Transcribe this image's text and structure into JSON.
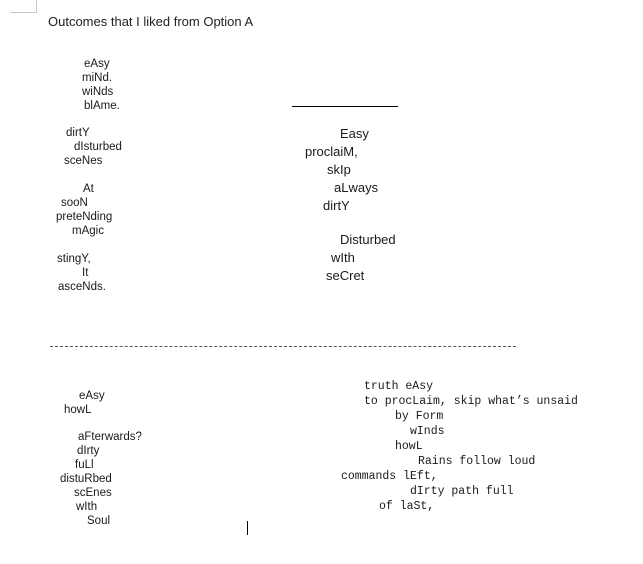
{
  "heading": "Outcomes that I liked from Option A",
  "group_a": [
    "eAsy",
    "miNd.",
    "wiNds",
    "blAme."
  ],
  "group_b": [
    "dirtY",
    "dIsturbed",
    "sceNes"
  ],
  "group_c": [
    "At",
    "sooN",
    "preteNding",
    "mAgic"
  ],
  "group_d": [
    "stingY,",
    "It",
    "asceNds."
  ],
  "right_top": [
    "Easy",
    "proclaiM,",
    "skIp",
    "aLways",
    "dirtY"
  ],
  "right_mid": [
    "Disturbed",
    "wIth",
    "seCret"
  ],
  "bottom_left_1": [
    "eAsy",
    "howL"
  ],
  "bottom_left_2": [
    "aFterwards?",
    "dIrty",
    "fuLl",
    "distuRbed",
    "scEnes",
    "wIth",
    "Soul"
  ],
  "bottom_right": [
    "truth eAsy",
    "to procLaim, skip what’s unsaid",
    "by Form",
    "wInds",
    "howL",
    "Rains follow loud",
    "commands lEft,",
    "dIrty path full",
    "of laSt,"
  ]
}
